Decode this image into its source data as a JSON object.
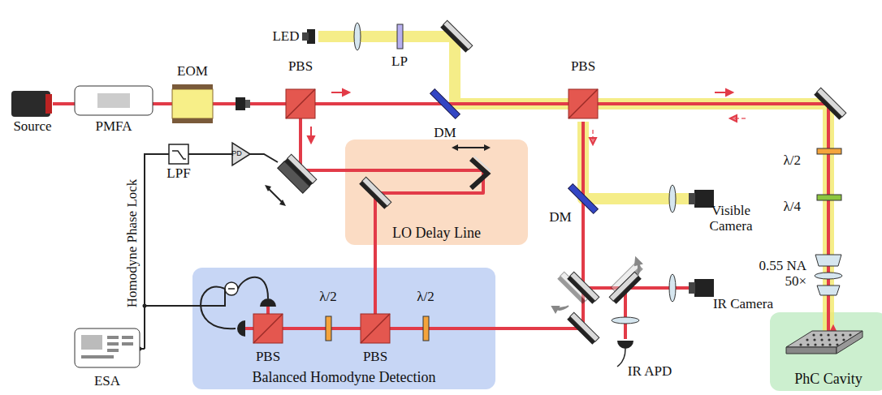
{
  "diagram": {
    "nodes": [
      {
        "text": [
          "LO Delay Line"
        ]
      },
      {
        "text": [
          "Balanced Homodyne Detection"
        ]
      },
      {
        "text": [
          "PhC Cavity"
        ]
      }
    ],
    "labels": [
      "LED",
      "LP",
      "Source",
      "PMFA",
      "EOM",
      "PBS",
      "DM",
      "PBS",
      "λ/2",
      "λ/4",
      "0.55 NA 50×",
      "DM",
      "Visible Camera",
      "IR Camera",
      "IR APD",
      "LPF",
      "PD",
      "Homodyne Phase Lock",
      "ESA",
      "PBS",
      "λ/2",
      "PBS",
      "λ/2"
    ]
  }
}
